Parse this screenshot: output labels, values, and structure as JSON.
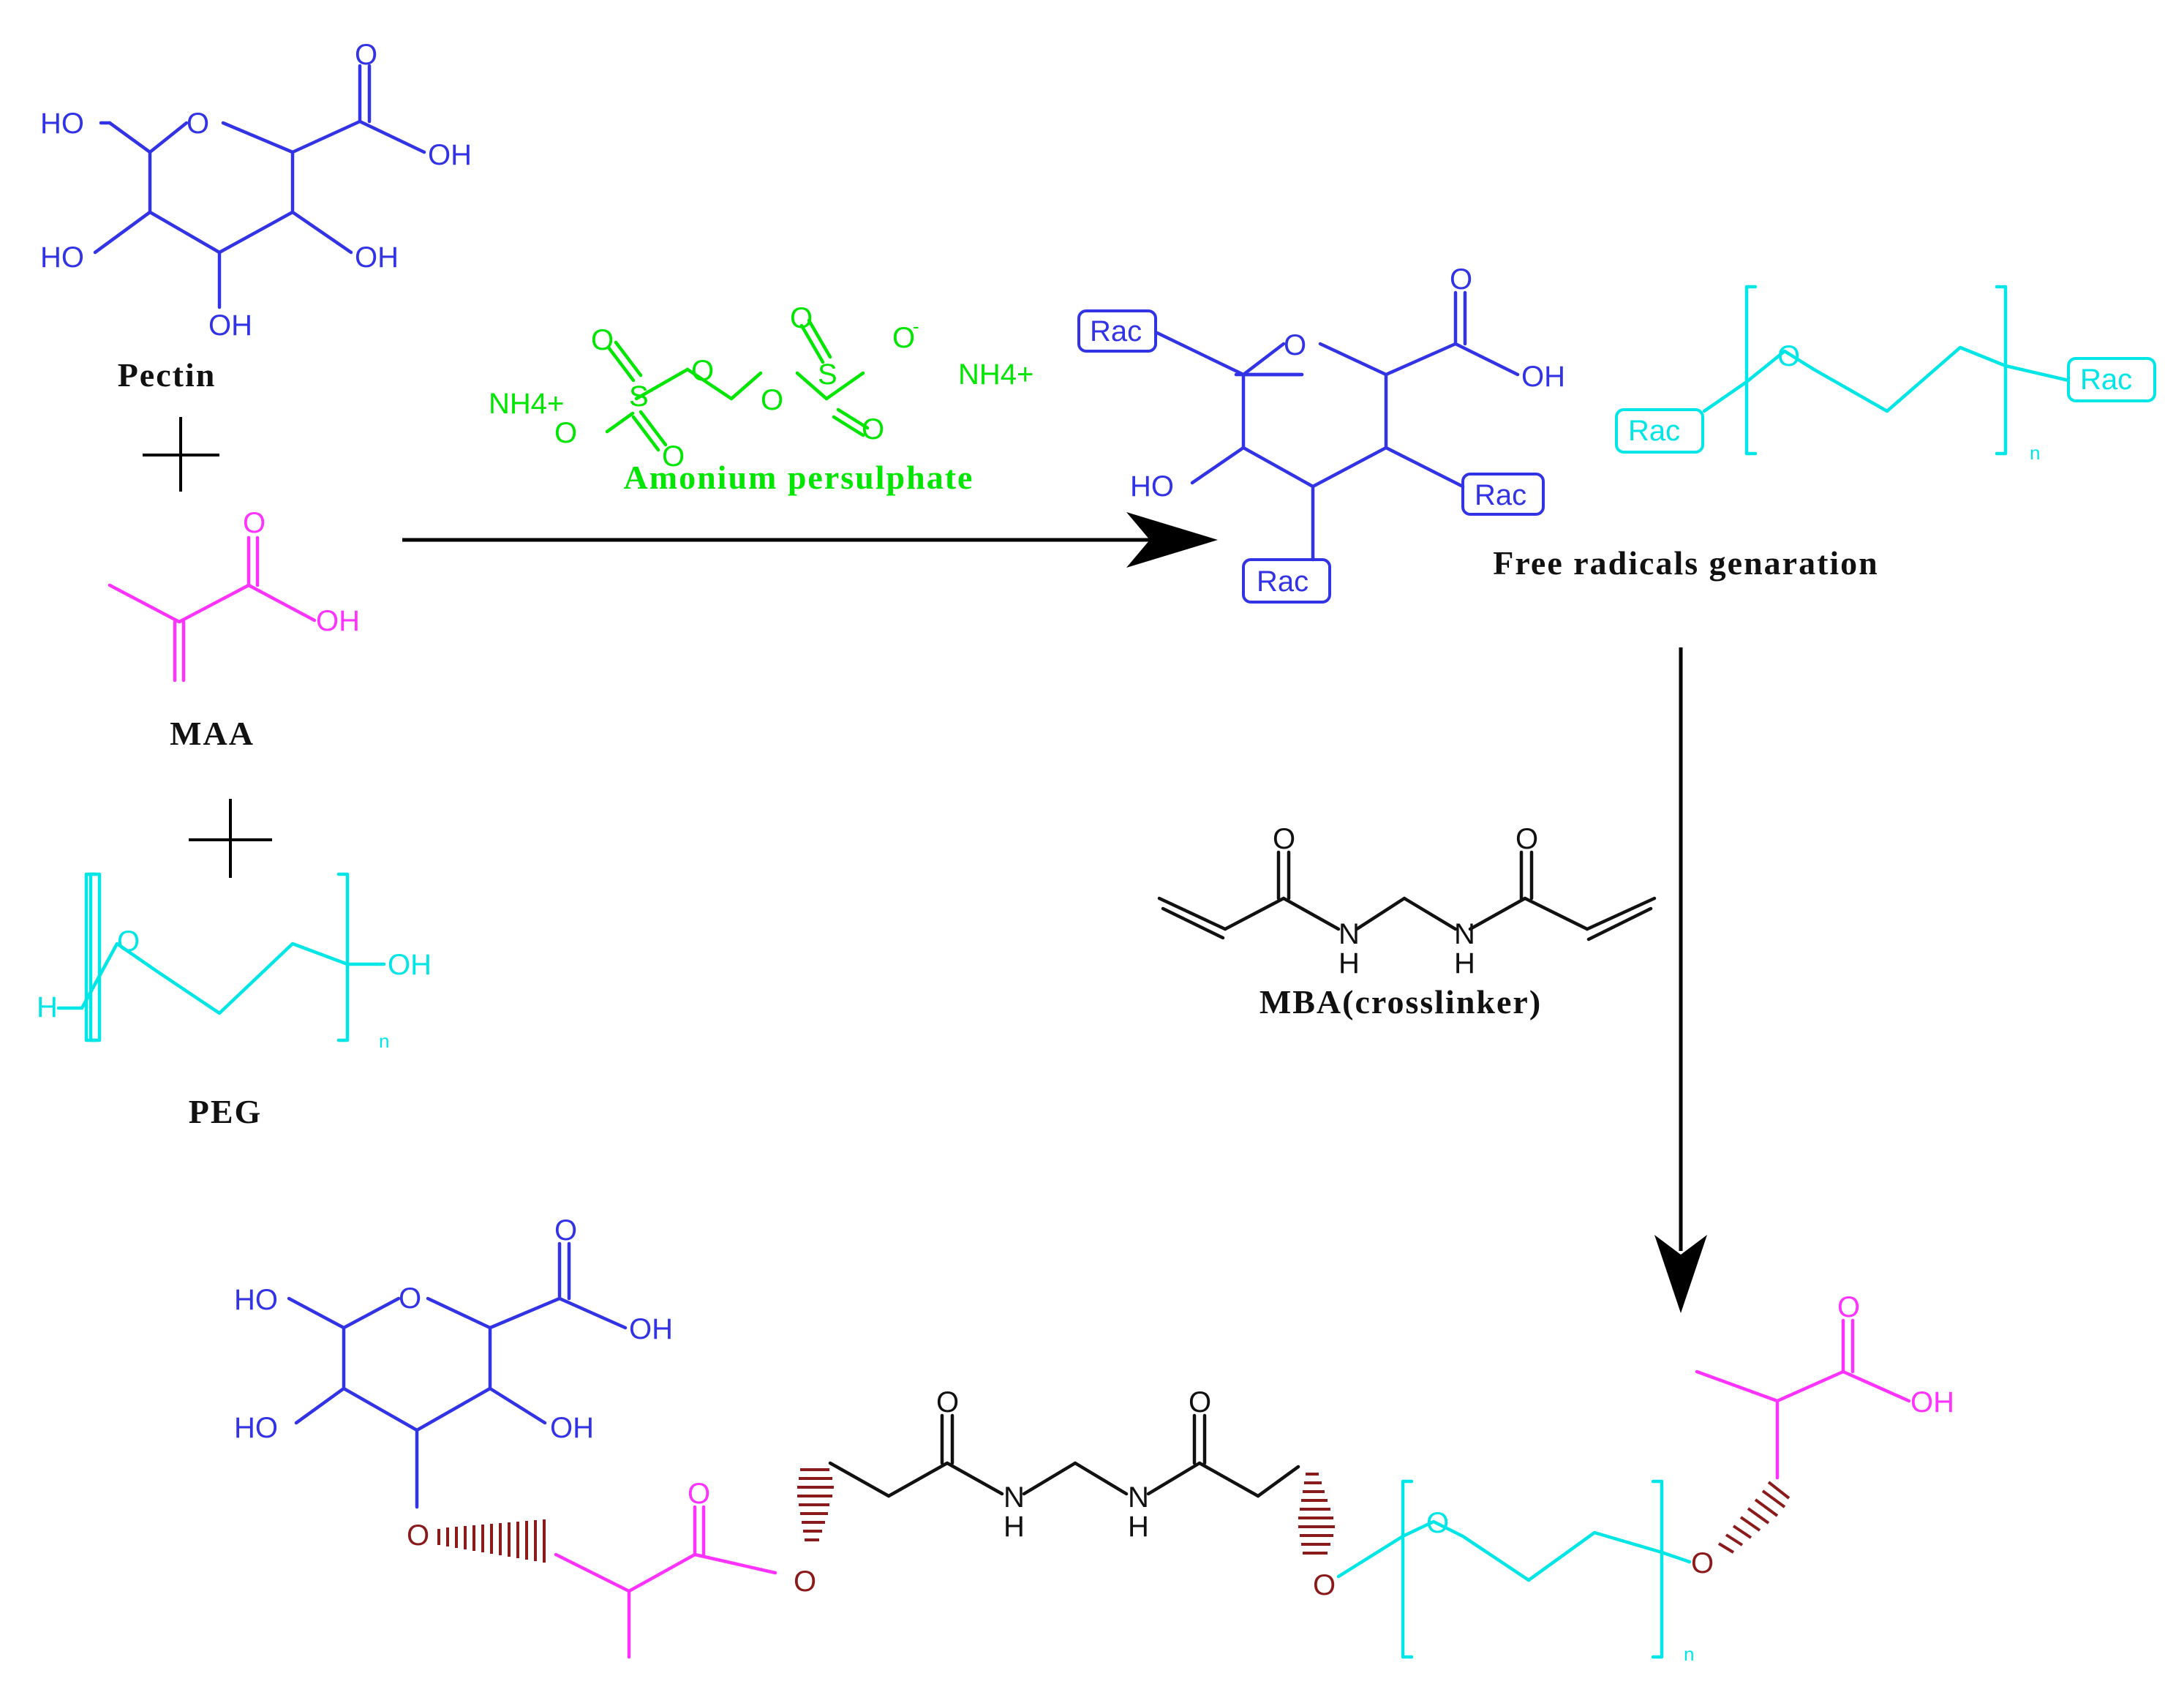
{
  "colors": {
    "pectin": "#3333e6",
    "maa": "#ff33ff",
    "peg": "#00e6e6",
    "aps": "#00e600",
    "mba": "#111111",
    "linkage": "#8b1a1a",
    "arrow": "#000000"
  },
  "reactants": {
    "pectin": {
      "caption": "Pectin",
      "hydroxyl_left_top": "HO",
      "hydroxyl_left_mid": "HO",
      "hydroxyl_right_mid": "OH",
      "hydroxyl_bottom": "OH",
      "ring_oxygen": "O",
      "carbonyl_oxygen": "O",
      "acid_hydroxyl": "OH"
    },
    "plus_sign": "+",
    "maa": {
      "caption": "MAA",
      "carbonyl_oxygen": "O",
      "acid_hydroxyl": "OH"
    },
    "peg": {
      "caption": "PEG",
      "end_h": "H",
      "ether_oxygen": "O",
      "end_oh": "OH",
      "subscript": "n"
    }
  },
  "initiator": {
    "caption": "Amonium persulphate",
    "cation_left": "NH4+",
    "cation_right": "NH4+",
    "atoms": {
      "sulfur": "S",
      "oxygen": "O",
      "anion": "O-",
      "anion_charge": "-"
    }
  },
  "radicals": {
    "caption": "Free radicals genaration",
    "radical_label": "Rac",
    "pectin_hydroxyl": "HO",
    "pectin_ring_oxygen": "O",
    "pectin_carbonyl_oxygen": "O",
    "pectin_acid_hydroxyl": "OH",
    "peg_oxygen": "O",
    "peg_subscript": "n"
  },
  "crosslinker": {
    "caption": "MBA(crosslinker)",
    "carbonyl_oxygen": "O",
    "amide_n": "N",
    "amide_h": "H"
  },
  "product": {
    "hydroxyl_left_top": "HO",
    "hydroxyl_left_mid": "HO",
    "hydroxyl_right_mid": "OH",
    "ring_oxygen": "O",
    "carbonyl_oxygen": "O",
    "acid_hydroxyl": "OH",
    "link_oxygen": "O",
    "peg_oxygen": "O",
    "peg_subscript": "n",
    "amide_n": "N",
    "amide_h": "H",
    "maa_carbonyl_oxygen": "O",
    "maa_acid_hydroxyl": "OH"
  }
}
